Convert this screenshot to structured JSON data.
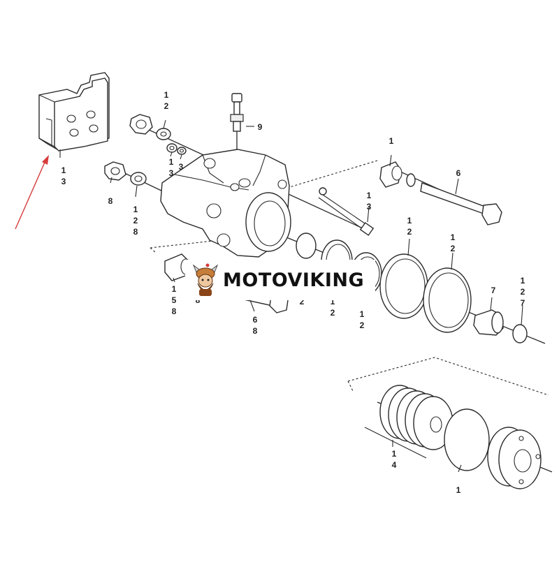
{
  "watermark": {
    "text": "MOTOVIKING",
    "icon": "viking-mascot-icon"
  },
  "arrow_color": "#d63b3b",
  "callouts": {
    "pads": [
      "1",
      "3"
    ],
    "washer_top": [
      "1",
      "2"
    ],
    "bolt9": "9",
    "small_a": [
      "1",
      "3"
    ],
    "small_b": "3",
    "nut8": "8",
    "washer8": [
      "1",
      "2",
      "8"
    ],
    "bushing_top": "1",
    "bolt6": "6",
    "bolt13": [
      "1",
      "3"
    ],
    "ring_large_a": [
      "1",
      "2"
    ],
    "ring_large_b": [
      "1",
      "2"
    ],
    "bushing_left": [
      "1",
      "5",
      "8"
    ],
    "extra8": "8",
    "bolt68": [
      "6",
      "8"
    ],
    "ring2": "2",
    "ring_small_a": [
      "1",
      "2"
    ],
    "ring_small_b": [
      "1",
      "2"
    ],
    "piston7": "7",
    "seal127": [
      "1",
      "2",
      "7"
    ],
    "springs14": [
      "1",
      "4"
    ],
    "disc1": "1"
  }
}
